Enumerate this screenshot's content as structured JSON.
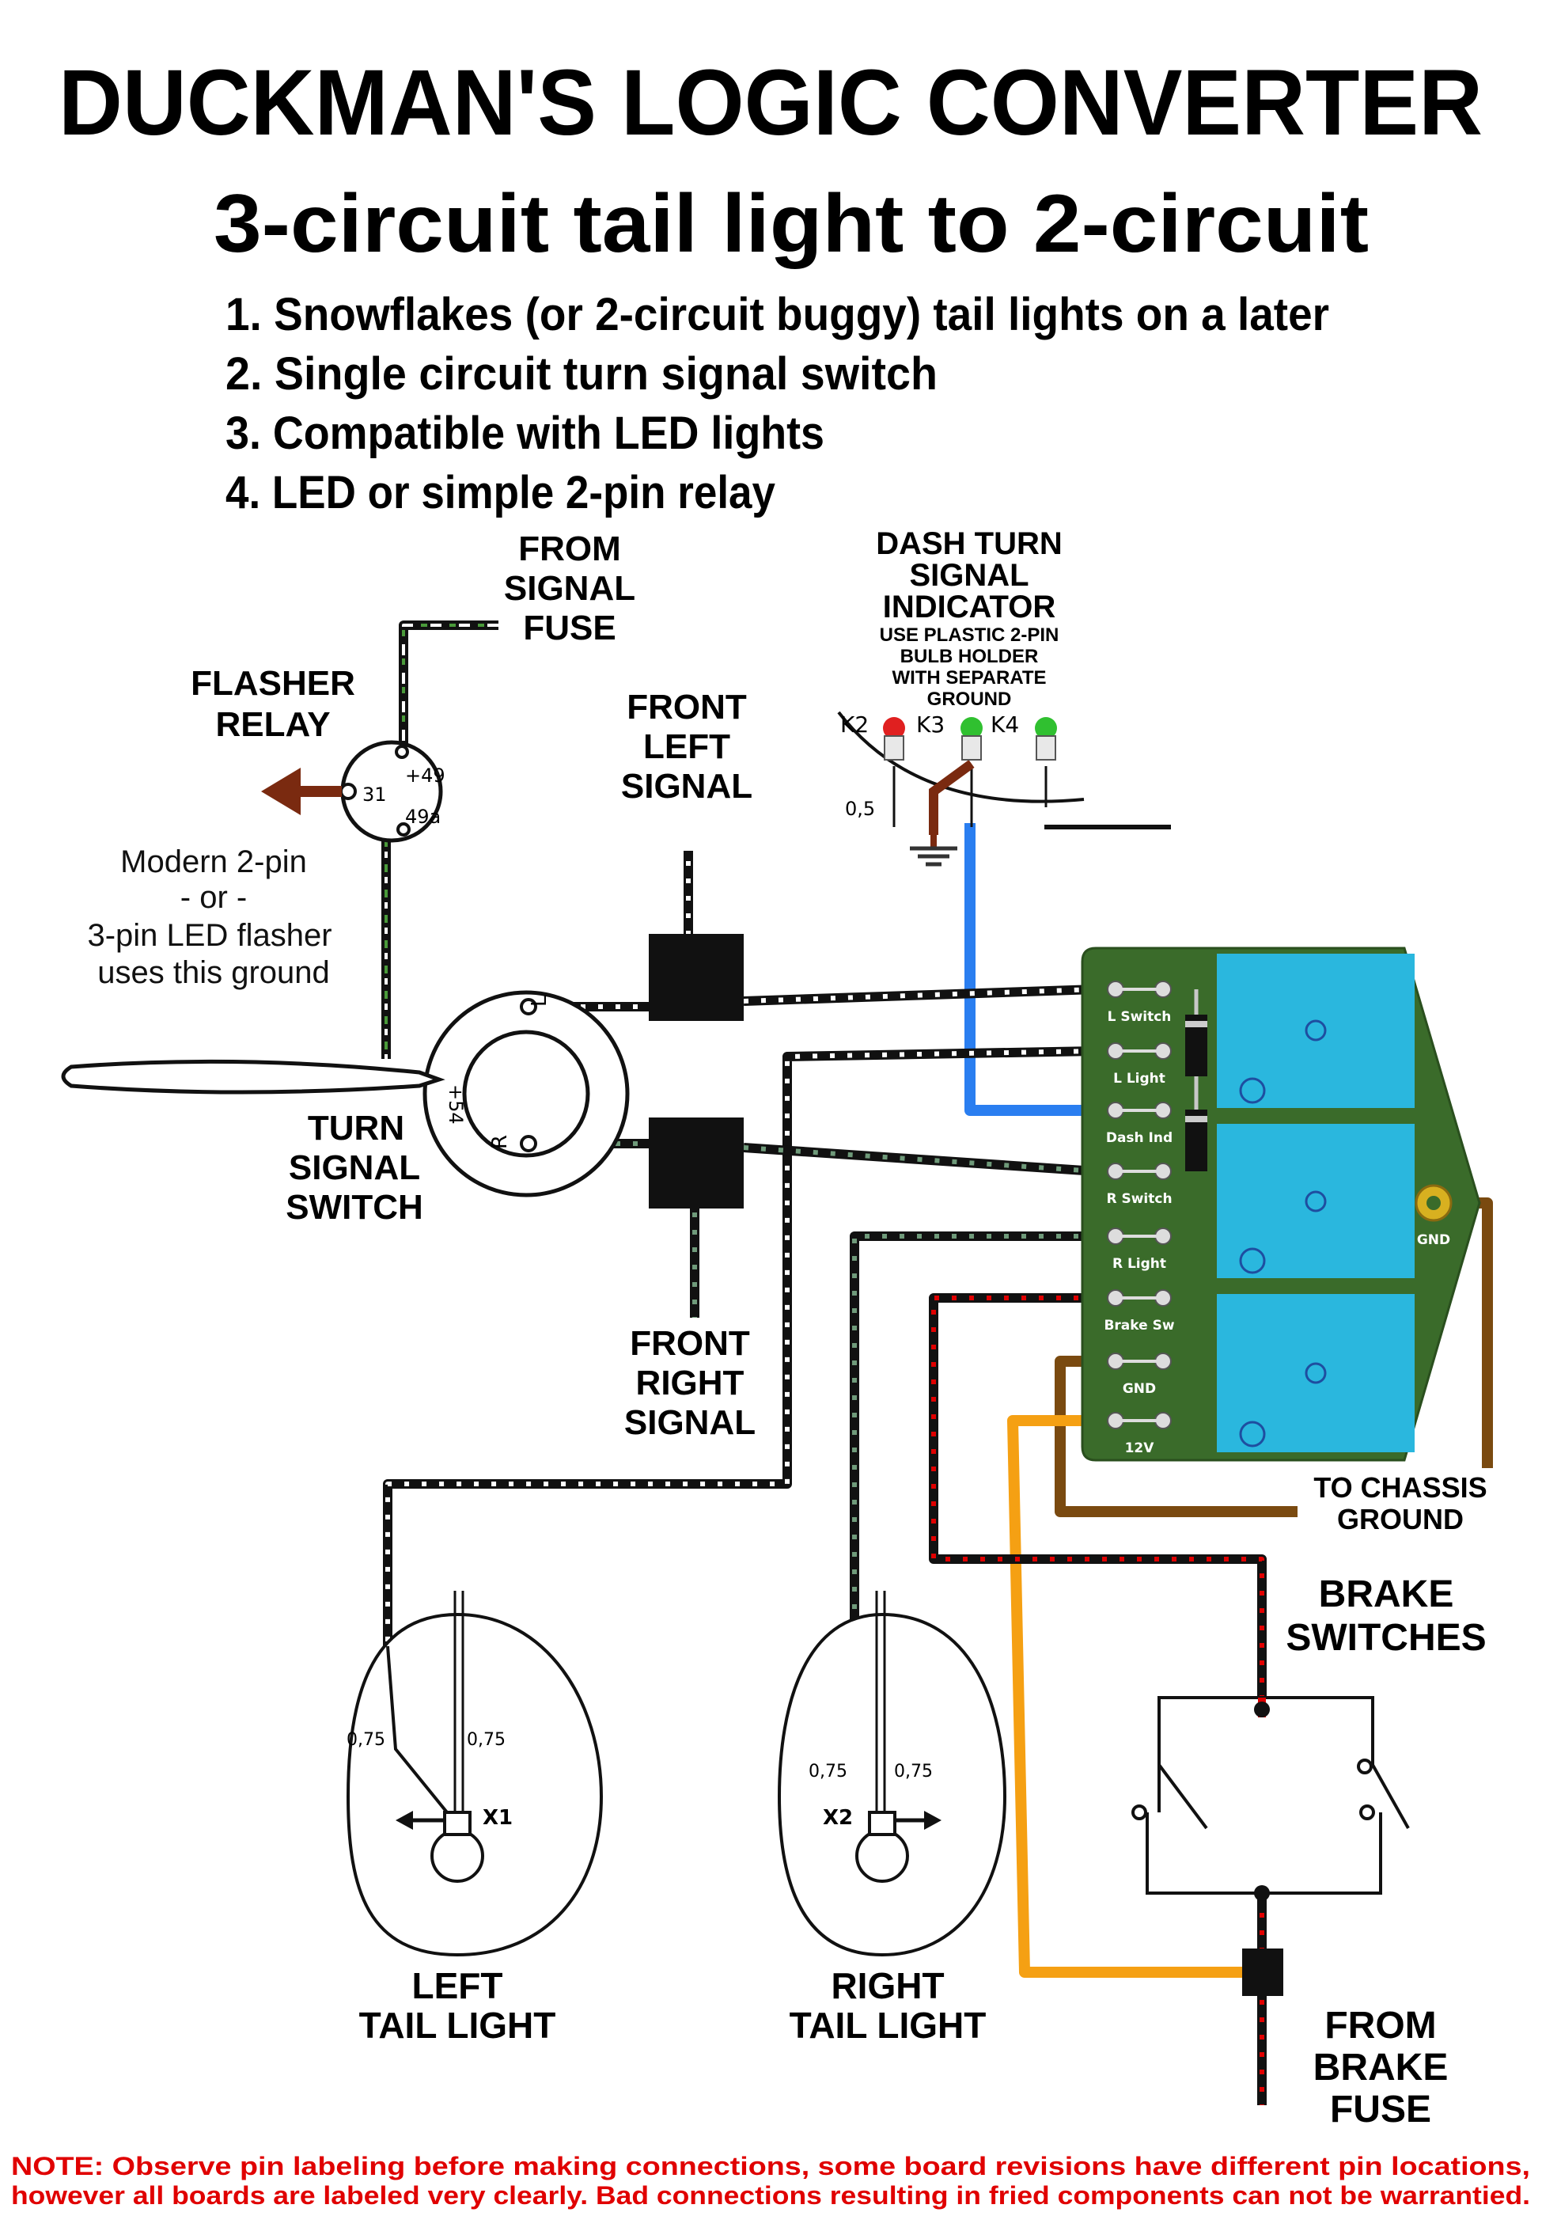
{
  "header": {
    "title": "DUCKMAN'S LOGIC CONVERTER",
    "subtitle": "3-circuit tail light to 2-circuit",
    "features": [
      "1. Snowflakes (or 2-circuit buggy) tail lights on a later",
      "2. Single circuit turn signal switch",
      "3. Compatible with LED lights",
      "4. LED or simple 2-pin relay"
    ]
  },
  "labels": {
    "from_signal_fuse": [
      "FROM",
      "SIGNAL",
      "FUSE"
    ],
    "flasher_relay": [
      "FLASHER",
      "RELAY"
    ],
    "flasher_note": [
      "Modern 2-pin",
      "- or -",
      "3-pin LED flasher",
      "uses this ground"
    ],
    "turn_signal_switch": [
      "TURN",
      "SIGNAL",
      "SWITCH"
    ],
    "front_left_signal": [
      "FRONT",
      "LEFT",
      "SIGNAL"
    ],
    "front_right_signal": [
      "FRONT",
      "RIGHT",
      "SIGNAL"
    ],
    "dash_indicator": [
      "DASH TURN",
      "SIGNAL",
      "INDICATOR"
    ],
    "dash_indicator_note": [
      "USE PLASTIC 2-PIN",
      "BULB HOLDER",
      "WITH SEPARATE",
      "GROUND"
    ],
    "chassis_ground": [
      "TO CHASSIS",
      "GROUND"
    ],
    "brake_switches": [
      "BRAKE",
      "SWITCHES"
    ],
    "brake_fuse": [
      "FROM",
      "BRAKE",
      "FUSE"
    ],
    "left_tail": [
      "LEFT",
      "TAIL LIGHT"
    ],
    "right_tail": [
      "RIGHT",
      "TAIL LIGHT"
    ]
  },
  "relay_terminals": {
    "t49": "+49",
    "t31": "31",
    "t49a": "49a"
  },
  "switch_terminals": {
    "left": "L",
    "power": "+54",
    "right": "R"
  },
  "bulb_labels": {
    "k2": "K2",
    "k3": "K3",
    "k4": "K4",
    "wire": "0,5"
  },
  "tail_labels": {
    "gauge": "0,75",
    "left_bulb": "X1",
    "right_bulb": "X2"
  },
  "board": {
    "pins": [
      "L Switch",
      "L Light",
      "Dash Ind",
      "R Switch",
      "R Light",
      "Brake Sw",
      "GND",
      "12V"
    ],
    "ground_pad": "GND",
    "colors": {
      "pcb": "#3a6b2a",
      "relay": "#2ab7de",
      "pad": "#d8b020"
    }
  },
  "wire_colors": {
    "signal": "#111111",
    "left_stripe": "#ffffff",
    "right_stripe": "#6f9a7a",
    "brake": "#e00000",
    "dash": "#2a7ef0",
    "ground": "#7a4a10",
    "power": "#f5a013"
  },
  "note": [
    "NOTE: Observe pin labeling before making connections, some board revisions have different pin locations,",
    "however all boards are labeled very clearly.  Bad connections resulting in fried components can not be warrantied."
  ]
}
